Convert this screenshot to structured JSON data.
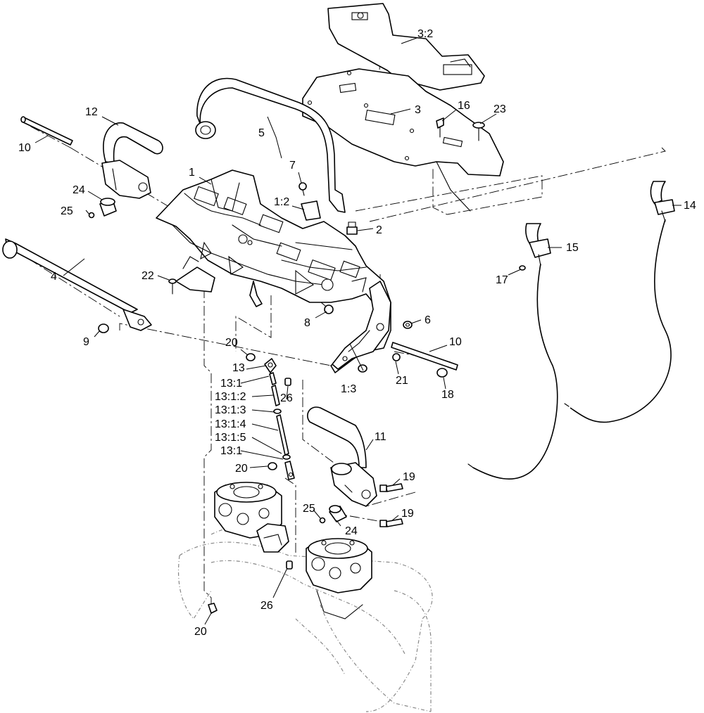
{
  "diagram": {
    "type": "exploded parts diagram",
    "callouts": [
      {
        "id": "c1",
        "label": "1"
      },
      {
        "id": "c1-2",
        "label": "1:2"
      },
      {
        "id": "c1-3",
        "label": "1:3"
      },
      {
        "id": "c2",
        "label": "2"
      },
      {
        "id": "c3",
        "label": "3"
      },
      {
        "id": "c3-2",
        "label": "3:2"
      },
      {
        "id": "c4",
        "label": "4"
      },
      {
        "id": "c5",
        "label": "5"
      },
      {
        "id": "c6",
        "label": "6"
      },
      {
        "id": "c7",
        "label": "7"
      },
      {
        "id": "c8",
        "label": "8"
      },
      {
        "id": "c9",
        "label": "9"
      },
      {
        "id": "c10a",
        "label": "10"
      },
      {
        "id": "c10b",
        "label": "10"
      },
      {
        "id": "c11",
        "label": "11"
      },
      {
        "id": "c12",
        "label": "12"
      },
      {
        "id": "c13",
        "label": "13"
      },
      {
        "id": "c13-1a",
        "label": "13:1"
      },
      {
        "id": "c13-1-2",
        "label": "13:1:2"
      },
      {
        "id": "c13-1-3",
        "label": "13:1:3"
      },
      {
        "id": "c13-1-4",
        "label": "13:1:4"
      },
      {
        "id": "c13-1-5",
        "label": "13:1:5"
      },
      {
        "id": "c13-1b",
        "label": "13:1"
      },
      {
        "id": "c14",
        "label": "14"
      },
      {
        "id": "c15",
        "label": "15"
      },
      {
        "id": "c16",
        "label": "16"
      },
      {
        "id": "c17",
        "label": "17"
      },
      {
        "id": "c18",
        "label": "18"
      },
      {
        "id": "c19a",
        "label": "19"
      },
      {
        "id": "c19b",
        "label": "19"
      },
      {
        "id": "c20a",
        "label": "20"
      },
      {
        "id": "c20b",
        "label": "20"
      },
      {
        "id": "c20c",
        "label": "20"
      },
      {
        "id": "c21",
        "label": "21"
      },
      {
        "id": "c22",
        "label": "22"
      },
      {
        "id": "c23",
        "label": "23"
      },
      {
        "id": "c24a",
        "label": "24"
      },
      {
        "id": "c24b",
        "label": "24"
      },
      {
        "id": "c25a",
        "label": "25"
      },
      {
        "id": "c25b",
        "label": "25"
      },
      {
        "id": "c26a",
        "label": "26"
      },
      {
        "id": "c26b",
        "label": "26"
      }
    ]
  },
  "colors": {
    "line": "#000000",
    "ghost": "#888888",
    "background": "#ffffff"
  }
}
